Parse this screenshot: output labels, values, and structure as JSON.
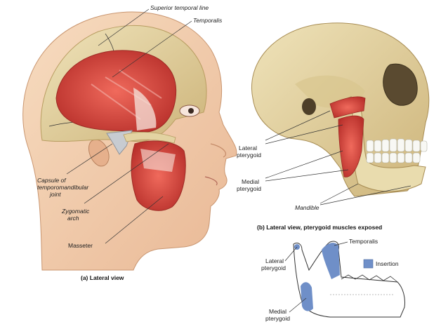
{
  "labels": {
    "superior_temporal_line": "Superior temporal line",
    "temporalis": "Temporalis",
    "capsule_line1": "Capsule of",
    "capsule_line2": "temporomandibular",
    "capsule_line3": "joint",
    "zygomatic_line1": "Zygomatic",
    "zygomatic_line2": "arch",
    "masseter": "Masseter",
    "lateral_pterygoid_line1": "Lateral",
    "lateral_pterygoid_line2": "pterygoid",
    "medial_pterygoid_line1": "Medial",
    "medial_pterygoid_line2": "pterygoid",
    "mandible": "Mandible",
    "temporalis_c": "Temporalis",
    "lateral_c_line1": "Lateral",
    "lateral_c_line2": "pterygoid",
    "medial_c_line1": "Medial",
    "medial_c_line2": "pterygoid",
    "insertion": "Insertion"
  },
  "captions": {
    "a": "(a) Lateral view",
    "b": "(b) Lateral view, pterygoid muscles exposed"
  },
  "colors": {
    "skin": "#f3d3b3",
    "bone": "#e8d9a8",
    "muscle": "#d9473f",
    "insertion": "#6f8fc8"
  }
}
